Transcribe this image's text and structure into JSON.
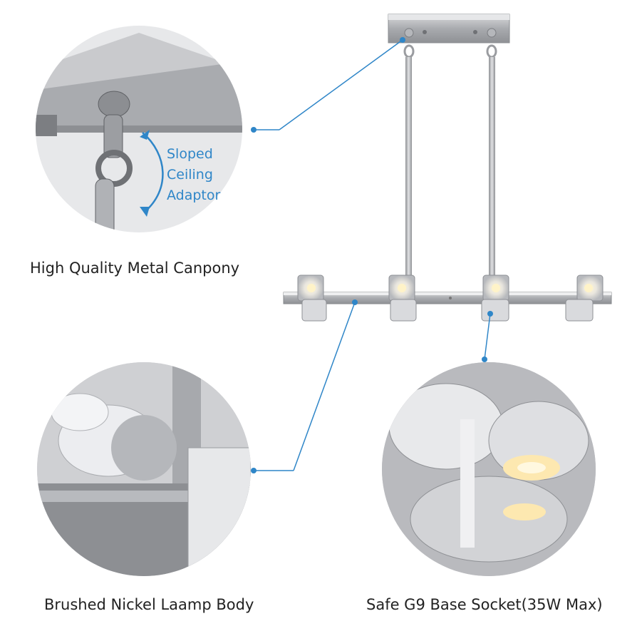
{
  "captions": {
    "canopy": "High Quality Metal Canpony",
    "body": "Brushed Nickel Laamp Body",
    "socket": "Safe G9 Base Socket(35W Max)"
  },
  "callouts": {
    "adaptor_line1": "Sloped",
    "adaptor_line2": "Ceiling",
    "adaptor_line3": "Adaptor"
  },
  "colors": {
    "callout_blue": "#2f86c8",
    "text": "#222222"
  }
}
